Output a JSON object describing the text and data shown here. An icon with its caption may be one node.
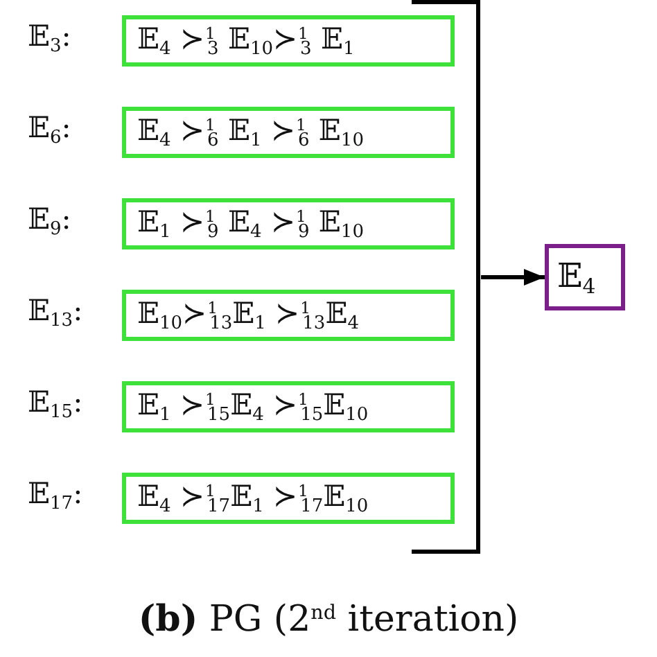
{
  "diagram": {
    "caption": "**(b)** PG (2$^{nd}$ iteration)",
    "nodes": [
      {
        "text": [
          "𝔼$_{4}$ ≻$^{1}$$_{3}$ 𝔼$_{10}$≻$^{1}$$_{3}$ 𝔼$_{1}$"
        ],
        "beside": [
          "𝔼$_{3}$:"
        ]
      },
      {
        "text": [
          "𝔼$_{4}$ ≻$^{1}$$_{6}$ 𝔼$_{1}$ ≻$^{1}$$_{6}$ 𝔼$_{10}$"
        ],
        "beside": [
          "𝔼$_{6}$:"
        ]
      },
      {
        "text": [
          "𝔼$_{1}$ ≻$^{1}$$_{9}$ 𝔼$_{4}$ ≻$^{1}$$_{9}$ 𝔼$_{10}$"
        ],
        "beside": [
          "𝔼$_{9}$:"
        ]
      },
      {
        "text": [
          "𝔼$_{10}$≻$^{1}$$_{13}$𝔼$_{1}$ ≻$^{1}$$_{13}$𝔼$_{4}$"
        ],
        "beside": [
          "𝔼$_{13}$:"
        ]
      },
      {
        "text": [
          "𝔼$_{1}$ ≻$^{1}$$_{15}$𝔼$_{4}$ ≻$^{1}$$_{15}$𝔼$_{10}$"
        ],
        "beside": [
          "𝔼$_{15}$:"
        ]
      },
      {
        "text": [
          "𝔼$_{4}$ ≻$^{1}$$_{17}$𝔼$_{1}$ ≻$^{1}$$_{17}$𝔼$_{10}$"
        ],
        "beside": [
          "𝔼$_{17}$:"
        ]
      },
      {
        "text": [],
        "shape": "bracket"
      },
      {
        "text": [
          "𝔼$_{4}$"
        ]
      }
    ],
    "edges": [
      {
        "from": 6,
        "to": 7,
        "arrow": "to"
      }
    ]
  }
}
